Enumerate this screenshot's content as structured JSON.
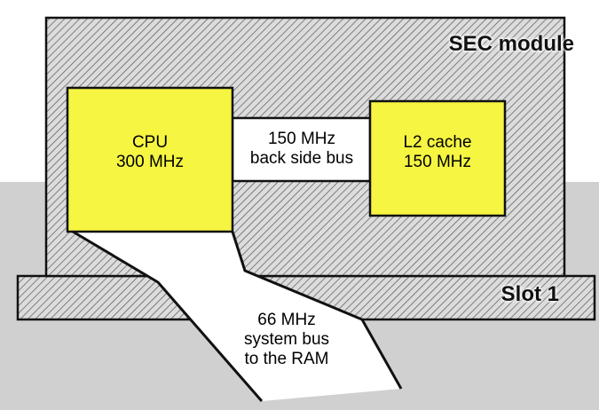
{
  "sec_module": {
    "label": "SEC module"
  },
  "slot": {
    "label": "Slot 1"
  },
  "cpu": {
    "line1": "CPU",
    "line2": "300 MHz"
  },
  "backside_bus": {
    "line1": "150 MHz",
    "line2": "back side bus"
  },
  "l2_cache": {
    "line1": "L2 cache",
    "line2": "150 MHz"
  },
  "system_bus": {
    "line1": "66 MHz",
    "line2": "system bus",
    "line3": "to the RAM"
  },
  "colors": {
    "background_upper": "#ffffff",
    "background_lower": "#d0d0d0",
    "chip_fill": "#f5f542",
    "module_fill": "#dcdcdc",
    "slot_fill": "#c4c4c4",
    "hatch_line": "#555555",
    "outline": "#111111",
    "bus_fill": "#ffffff"
  }
}
